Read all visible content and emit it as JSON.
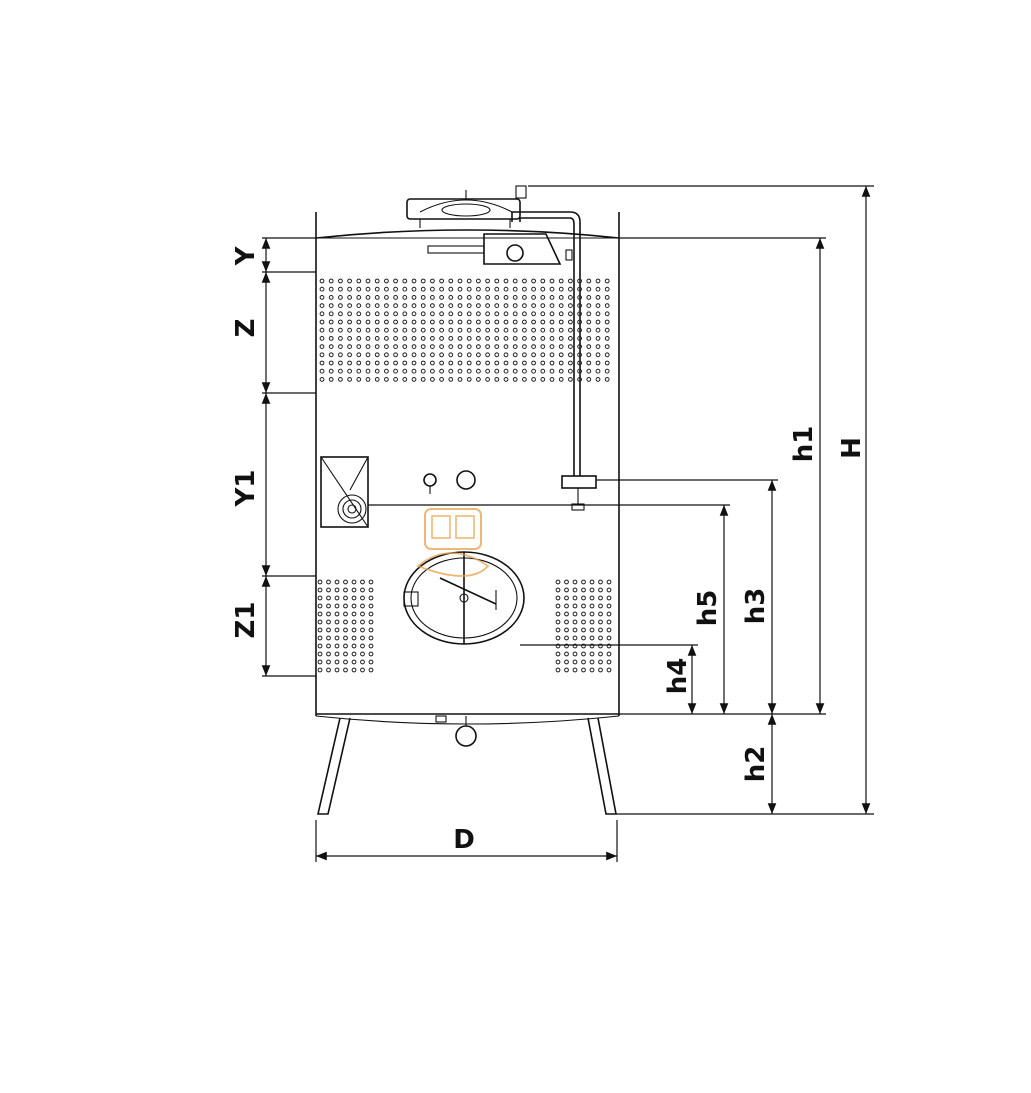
{
  "diagram": {
    "labels": {
      "Y": "Y",
      "Z": "Z",
      "Y1": "Y1",
      "Z1": "Z1",
      "D": "D",
      "h1": "h1",
      "H": "H",
      "h2": "h2",
      "h3": "h3",
      "h4": "h4",
      "h5": "h5"
    },
    "colors": {
      "line": "#111111",
      "watermark": "#e8a04a"
    }
  }
}
